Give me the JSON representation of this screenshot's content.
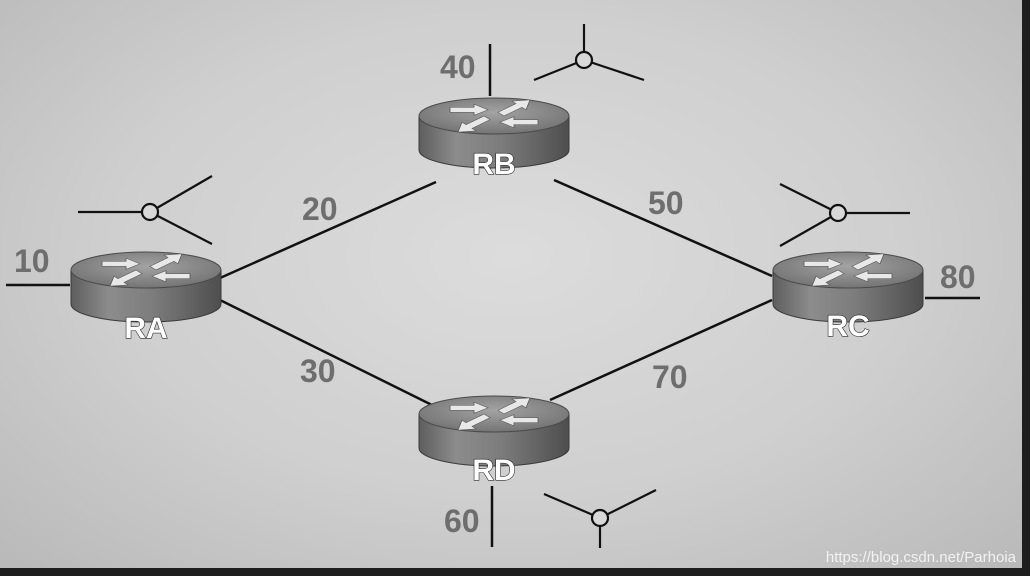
{
  "diagram": {
    "routers": [
      {
        "name": "RA"
      },
      {
        "name": "RB"
      },
      {
        "name": "RC"
      },
      {
        "name": "RD"
      }
    ],
    "links": [
      {
        "label": "20"
      },
      {
        "label": "50"
      },
      {
        "label": "30"
      },
      {
        "label": "70"
      }
    ],
    "stub_labels": [
      {
        "label": "10"
      },
      {
        "label": "40"
      },
      {
        "label": "80"
      },
      {
        "label": "60"
      }
    ]
  },
  "watermark": "https://blog.csdn.net/Parhoia",
  "colors": {
    "background": "#d4d4d4",
    "router_body": "#7a7a7a",
    "router_top": "#8f8f8f",
    "label": "#6e6e6e",
    "line": "#111111"
  }
}
